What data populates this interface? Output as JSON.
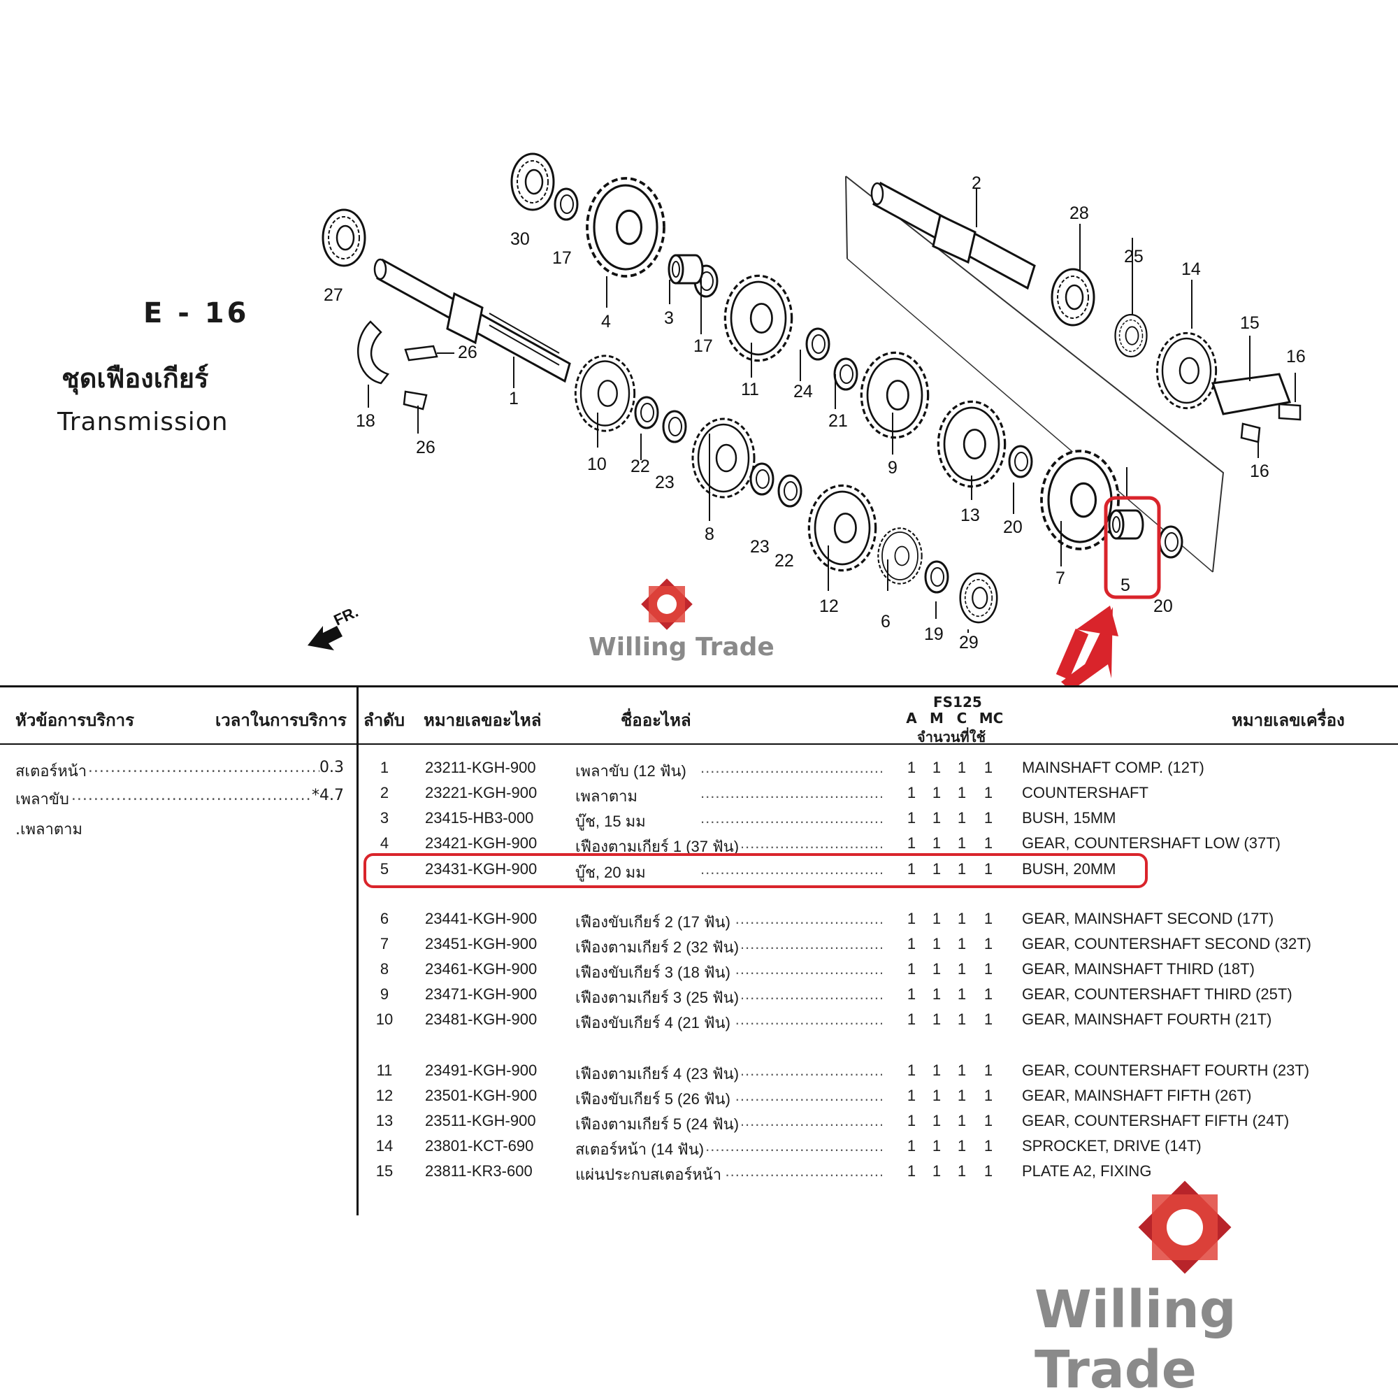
{
  "title": {
    "code": "E - 16",
    "th": "ชุดเฟืองเกียร์",
    "en": "Transmission"
  },
  "direction_label": "FR.",
  "callouts": [
    "1",
    "2",
    "3",
    "4",
    "5",
    "6",
    "7",
    "8",
    "9",
    "10",
    "11",
    "12",
    "13",
    "14",
    "15",
    "16",
    "17",
    "18",
    "19",
    "20",
    "21",
    "22",
    "23",
    "24",
    "25",
    "26",
    "27",
    "28",
    "29",
    "30"
  ],
  "highlight": {
    "callout": "5",
    "color": "#d9242b"
  },
  "watermark": {
    "brand": "Willing Trade"
  },
  "table": {
    "headers": {
      "service_topic": "หัวข้อการบริการ",
      "service_time": "เวลาในการบริการ",
      "no": "ลำดับ",
      "part_no": "หมายเลขอะไหล่",
      "part_name": "ชื่ออะไหล่",
      "model": "FS125",
      "types": [
        "A",
        "M",
        "C",
        "MC"
      ],
      "qty": "จำนวนที่ใช้",
      "engine_no": "หมายเลขเครื่อง"
    },
    "services": [
      {
        "name": "สเตอร์หน้า",
        "time": "0.3"
      },
      {
        "name": "เพลาขับ",
        "time": "*4.7"
      },
      {
        "name": ".เพลาตาม",
        "time": ""
      }
    ],
    "rows": [
      {
        "no": "1",
        "part": "23211-KGH-900",
        "th": "เพลาขับ (12 ฟัน)",
        "q": [
          "1",
          "1",
          "1",
          "1"
        ],
        "en": "MAINSHAFT COMP. (12T)"
      },
      {
        "no": "2",
        "part": "23221-KGH-900",
        "th": "เพลาตาม",
        "q": [
          "1",
          "1",
          "1",
          "1"
        ],
        "en": "COUNTERSHAFT"
      },
      {
        "no": "3",
        "part": "23415-HB3-000",
        "th": "บู๊ช, 15 มม",
        "q": [
          "1",
          "1",
          "1",
          "1"
        ],
        "en": "BUSH, 15MM"
      },
      {
        "no": "4",
        "part": "23421-KGH-900",
        "th": "เฟืองตามเกียร์ 1 (37 ฟัน)",
        "q": [
          "1",
          "1",
          "1",
          "1"
        ],
        "en": "GEAR, COUNTERSHAFT LOW (37T)"
      },
      {
        "no": "5",
        "part": "23431-KGH-900",
        "th": "บู๊ช, 20 มม",
        "q": [
          "1",
          "1",
          "1",
          "1"
        ],
        "en": "BUSH, 20MM"
      },
      {
        "no": "6",
        "part": "23441-KGH-900",
        "th": "เฟืองขับเกียร์ 2 (17 ฟัน)",
        "q": [
          "1",
          "1",
          "1",
          "1"
        ],
        "en": "GEAR, MAINSHAFT SECOND (17T)"
      },
      {
        "no": "7",
        "part": "23451-KGH-900",
        "th": "เฟืองตามเกียร์ 2 (32 ฟัน)",
        "q": [
          "1",
          "1",
          "1",
          "1"
        ],
        "en": "GEAR, COUNTERSHAFT SECOND (32T)"
      },
      {
        "no": "8",
        "part": "23461-KGH-900",
        "th": "เฟืองขับเกียร์ 3 (18 ฟัน)",
        "q": [
          "1",
          "1",
          "1",
          "1"
        ],
        "en": "GEAR, MAINSHAFT THIRD (18T)"
      },
      {
        "no": "9",
        "part": "23471-KGH-900",
        "th": "เฟืองตามเกียร์ 3 (25 ฟัน)",
        "q": [
          "1",
          "1",
          "1",
          "1"
        ],
        "en": "GEAR, COUNTERSHAFT THIRD (25T)"
      },
      {
        "no": "10",
        "part": "23481-KGH-900",
        "th": "เฟืองขับเกียร์ 4 (21 ฟัน)",
        "q": [
          "1",
          "1",
          "1",
          "1"
        ],
        "en": "GEAR, MAINSHAFT FOURTH (21T)"
      },
      {
        "no": "11",
        "part": "23491-KGH-900",
        "th": "เฟืองตามเกียร์ 4 (23 ฟัน)",
        "q": [
          "1",
          "1",
          "1",
          "1"
        ],
        "en": "GEAR, COUNTERSHAFT FOURTH (23T)"
      },
      {
        "no": "12",
        "part": "23501-KGH-900",
        "th": "เฟืองขับเกียร์ 5 (26 ฟัน)",
        "q": [
          "1",
          "1",
          "1",
          "1"
        ],
        "en": "GEAR, MAINSHAFT FIFTH (26T)"
      },
      {
        "no": "13",
        "part": "23511-KGH-900",
        "th": "เฟืองตามเกียร์ 5 (24 ฟัน)",
        "q": [
          "1",
          "1",
          "1",
          "1"
        ],
        "en": "GEAR, COUNTERSHAFT FIFTH (24T)"
      },
      {
        "no": "14",
        "part": "23801-KCT-690",
        "th": "สเตอร์หน้า (14 ฟัน)",
        "q": [
          "1",
          "1",
          "1",
          "1"
        ],
        "en": "SPROCKET, DRIVE (14T)"
      },
      {
        "no": "15",
        "part": "23811-KR3-600",
        "th": "แผ่นประกบสเตอร์หน้า",
        "q": [
          "1",
          "1",
          "1",
          "1"
        ],
        "en": "PLATE A2, FIXING"
      }
    ]
  }
}
